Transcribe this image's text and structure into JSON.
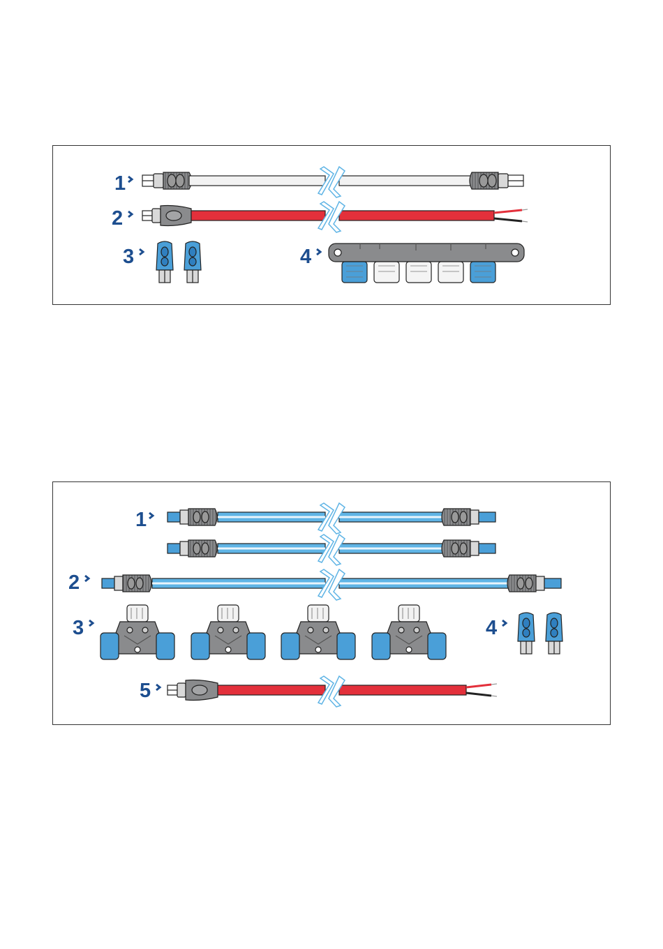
{
  "colors": {
    "callout": "#1d4e8f",
    "cable_white": "#f2f2f2",
    "cable_red": "#e3303b",
    "cable_blue": "#5fb4e5",
    "connector_grey": "#8a8b8d",
    "connector_blue": "#4a9fd8",
    "outline": "#222222"
  },
  "panel_a": {
    "callouts": {
      "c1": "1",
      "c2": "2",
      "c3": "3",
      "c4": "4"
    },
    "icons": [
      "spur-cable-icon",
      "power-cable-icon",
      "terminator-icon",
      "5-way-connector-block-icon"
    ]
  },
  "panel_b": {
    "callouts": {
      "c1": "1",
      "c2": "2",
      "c3": "3",
      "c4": "4",
      "c5": "5"
    },
    "icons": [
      "spur-cable-icon",
      "backbone-cable-icon",
      "t-piece-connector-icon",
      "terminator-icon",
      "power-cable-icon"
    ]
  }
}
